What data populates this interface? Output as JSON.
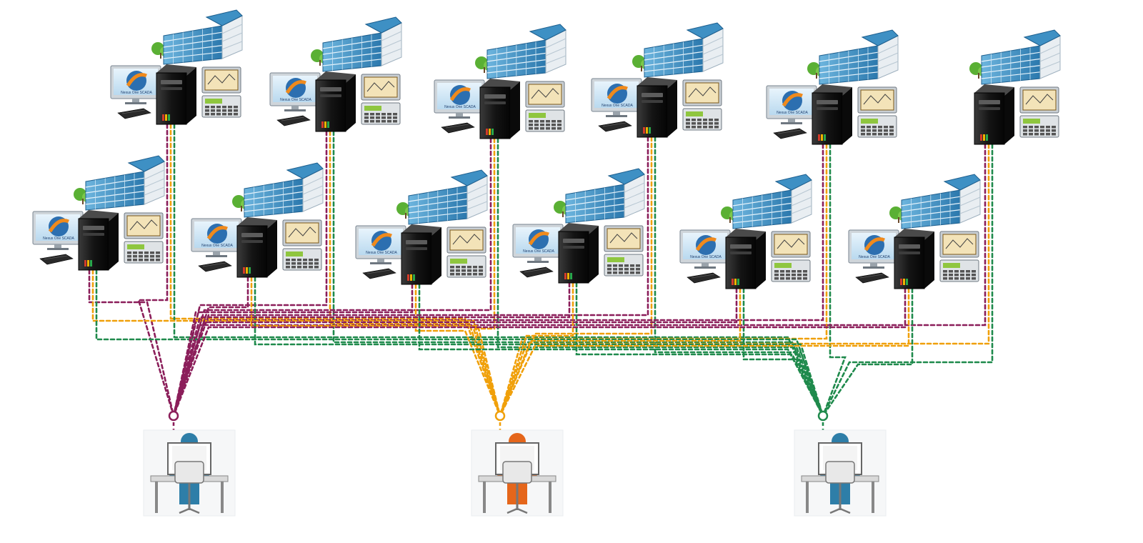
{
  "diagram": {
    "kind": "network-topology",
    "node_count": 12,
    "operator_count": 3,
    "nodes": [
      {
        "id": "site-01",
        "row": "top",
        "has_terminal": true
      },
      {
        "id": "site-02",
        "row": "top",
        "has_terminal": true
      },
      {
        "id": "site-03",
        "row": "top",
        "has_terminal": true
      },
      {
        "id": "site-04",
        "row": "top",
        "has_terminal": true
      },
      {
        "id": "site-05",
        "row": "top",
        "has_terminal": true
      },
      {
        "id": "site-06",
        "row": "top",
        "has_terminal": false
      },
      {
        "id": "site-07",
        "row": "bottom",
        "has_terminal": true
      },
      {
        "id": "site-08",
        "row": "bottom",
        "has_terminal": true
      },
      {
        "id": "site-09",
        "row": "bottom",
        "has_terminal": true
      },
      {
        "id": "site-10",
        "row": "bottom",
        "has_terminal": true
      },
      {
        "id": "site-11",
        "row": "bottom",
        "has_terminal": true
      },
      {
        "id": "site-12",
        "row": "bottom",
        "has_terminal": true
      }
    ],
    "operators": [
      {
        "id": "operator-left",
        "color": "#2e7ea8",
        "link_color": "#8b1e5a"
      },
      {
        "id": "operator-center",
        "color": "#e5661b",
        "link_color": "#f0a00a"
      },
      {
        "id": "operator-right",
        "color": "#2e7ea8",
        "link_color": "#1f8a4c"
      }
    ],
    "monitor_brand_text": "Nexus One SCADA",
    "colors": {
      "link_magenta": "#8b1e5a",
      "link_orange": "#f0a00a",
      "link_green": "#1f8a4c",
      "building_glass": "#3b8fc2",
      "tower_case": "#1c1c1c",
      "screen": "#d7ebf8",
      "tree": "#5ab034",
      "desk": "#d9d9d9"
    }
  }
}
